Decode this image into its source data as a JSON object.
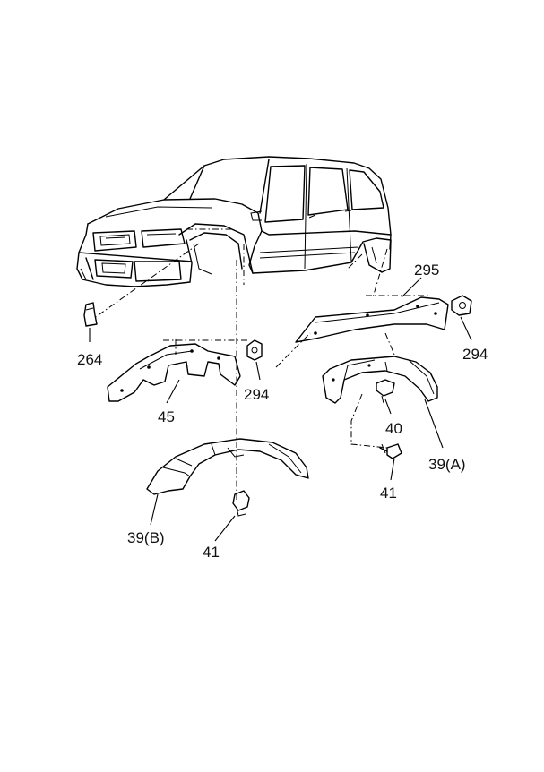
{
  "callouts": {
    "c264": "264",
    "c295": "295",
    "c294_right": "294",
    "c294_left": "294",
    "c45": "45",
    "c40": "40",
    "c39a": "39(A)",
    "c41_right": "41",
    "c39b": "39(B)",
    "c41_left": "41"
  }
}
